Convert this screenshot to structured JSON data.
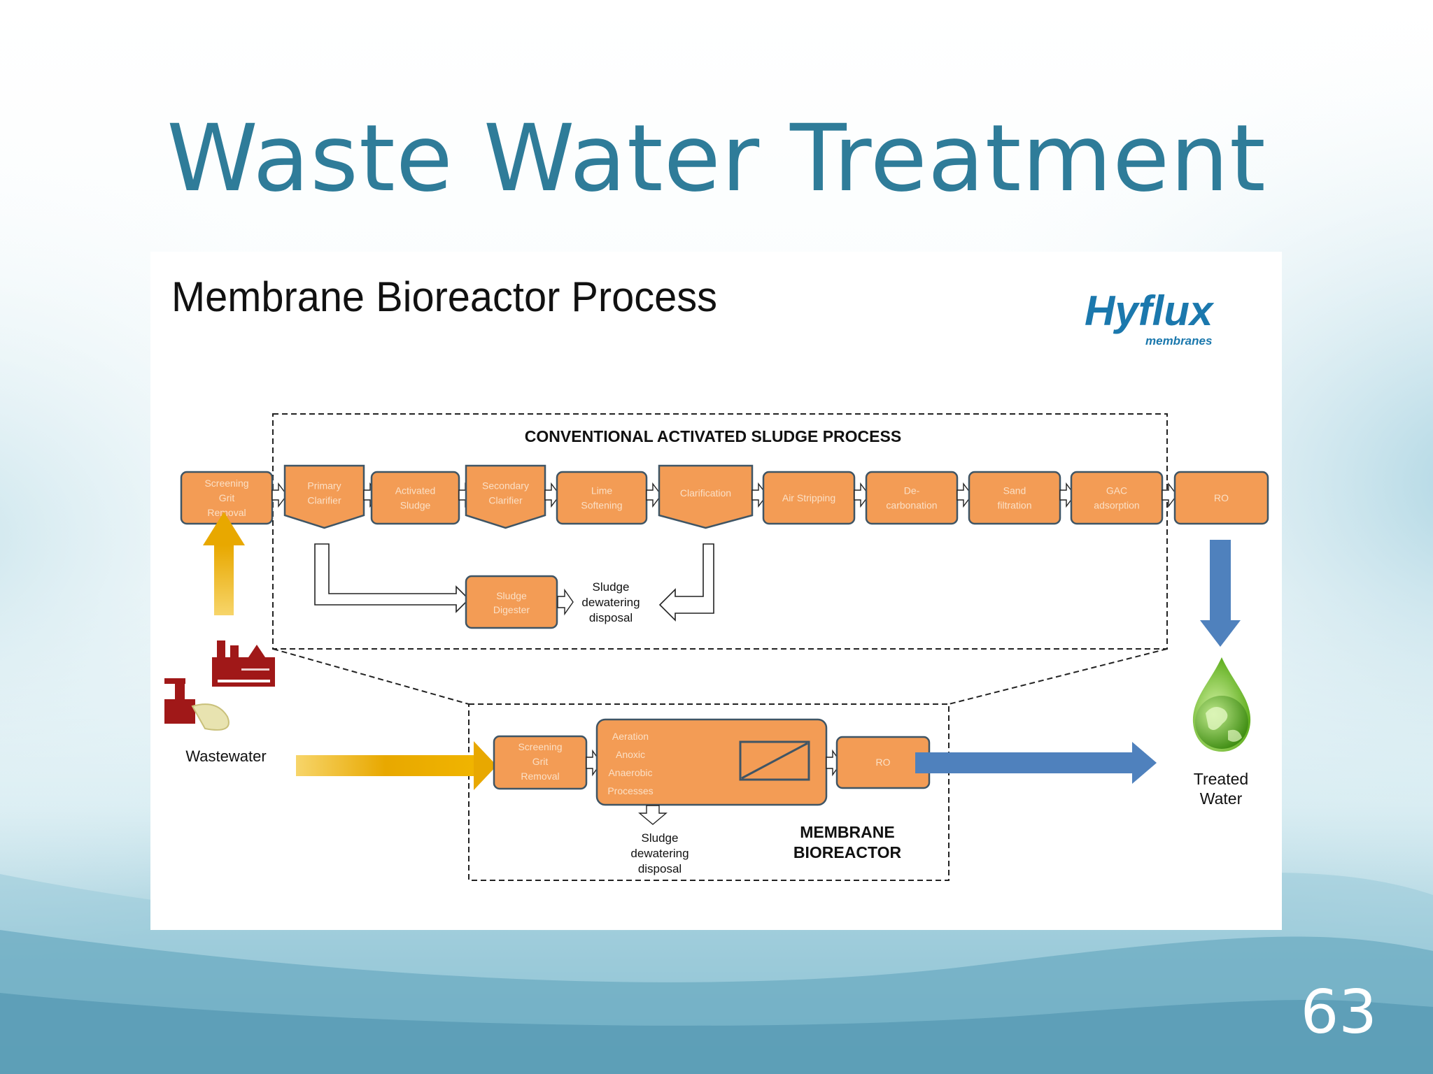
{
  "slide": {
    "title": "Waste Water Treatment",
    "page_number": "63"
  },
  "figure": {
    "heading": "Membrane Bioreactor Process",
    "logo": {
      "brand": "Hyflux",
      "sub": "membranes"
    },
    "conventional": {
      "heading": "CONVENTIONAL ACTIVATED SLUDGE PROCESS",
      "steps": [
        {
          "lines": [
            "Screening",
            "Grit",
            "Removal"
          ]
        },
        {
          "lines": [
            "Primary",
            "Clarifier"
          ]
        },
        {
          "lines": [
            "Activated",
            "Sludge"
          ]
        },
        {
          "lines": [
            "Secondary",
            "Clarifier"
          ]
        },
        {
          "lines": [
            "Lime",
            "Softening"
          ]
        },
        {
          "lines": [
            "Clarification"
          ]
        },
        {
          "lines": [
            "Air Stripping"
          ]
        },
        {
          "lines": [
            "De-",
            "carbonation"
          ]
        },
        {
          "lines": [
            "Sand",
            "filtration"
          ]
        },
        {
          "lines": [
            "GAC",
            "adsorption"
          ]
        },
        {
          "lines": [
            "RO"
          ]
        }
      ],
      "digester": [
        "Sludge",
        "Digester"
      ],
      "sludge_disposal": [
        "Sludge",
        "dewatering",
        "disposal"
      ]
    },
    "mbr": {
      "heading": [
        "MEMBRANE",
        "BIOREACTOR"
      ],
      "screening": [
        "Screening",
        "Grit",
        "Removal"
      ],
      "processes": [
        "Aeration",
        "Anoxic",
        "Anaerobic",
        "Processes"
      ],
      "ro": "RO",
      "sludge_disposal": [
        "Sludge",
        "dewatering",
        "disposal"
      ]
    },
    "input_label": "Wastewater",
    "output_label": [
      "Treated",
      "Water"
    ],
    "colors": {
      "box_fill": "#f39c55",
      "box_stroke": "#3f5565",
      "input_arrow": "#e8a800",
      "output_arrow": "#4f81bd",
      "title": "#2f7c99",
      "factory": "#a01818"
    }
  }
}
